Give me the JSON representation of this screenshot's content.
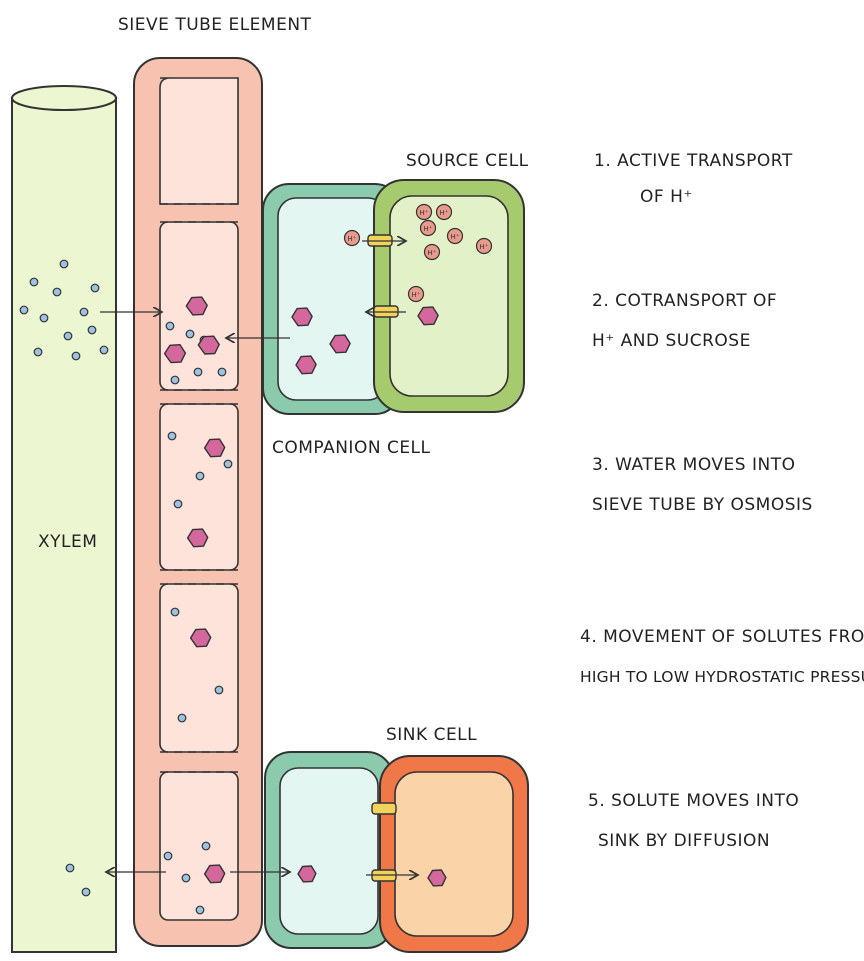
{
  "labels": {
    "sieve_tube": "SIEVE TUBE ELEMENT",
    "xylem": "XYLEM",
    "source_cell": "SOURCE CELL",
    "companion_cell": "COMPANION CELL",
    "sink_cell": "SINK CELL",
    "proton": "H⁺"
  },
  "steps": [
    {
      "num": "1.",
      "line1": "ACTIVE TRANSPORT",
      "line2": "OF H⁺"
    },
    {
      "num": "2.",
      "line1": "COTRANSPORT OF",
      "line2": "H⁺ AND SUCROSE"
    },
    {
      "num": "3.",
      "line1": "WATER MOVES INTO",
      "line2": "SIEVE TUBE BY  OSMOSIS"
    },
    {
      "num": "4.",
      "line1": "MOVEMENT OF SOLUTES FROM",
      "line2": "HIGH TO LOW HYDROSTATIC PRESSURE"
    },
    {
      "num": "5.",
      "line1": "SOLUTE MOVES INTO",
      "line2": "SINK BY DIFFUSION"
    }
  ],
  "colors": {
    "xylem": "#ecf7d2",
    "sieve_wall": "#f7c2b0",
    "sieve_cell": "#fde3da",
    "companion_wall": "#8ccaae",
    "companion_cell": "#e4f6f2",
    "source_wall": "#a6ca6e",
    "source_cell": "#e2f1c8",
    "sink_wall": "#f07848",
    "sink_cell": "#fad3a8",
    "sucrose": "#d4679c",
    "water": "#9cc3e2",
    "proton": "#e89a8c",
    "channel": "#f1d25a"
  }
}
